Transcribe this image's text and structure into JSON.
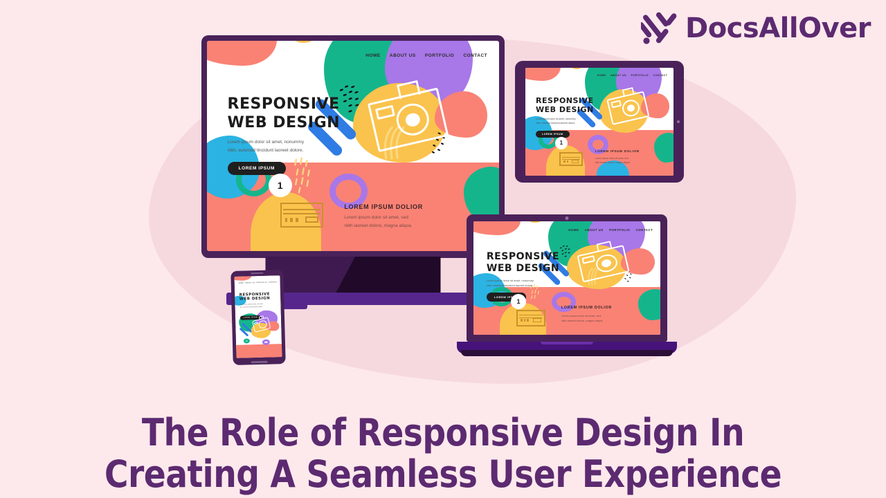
{
  "brand": {
    "name": "DocsAllOver",
    "mark_icon": "docsallover-logo-icon",
    "color": "#5C2A70"
  },
  "title": {
    "line1": "The Role of Responsive Design In",
    "line2": "Creating A Seamless User Experience",
    "color": "#5C2A70"
  },
  "background": {
    "page_color": "#FDE9EC",
    "blob_color": "#F6D9DF"
  },
  "illustration": {
    "alt": "responsive-web-design-devices-illustration",
    "devices": [
      {
        "key": "monitor",
        "label": "desktop-monitor"
      },
      {
        "key": "tablet",
        "label": "tablet"
      },
      {
        "key": "laptop",
        "label": "laptop"
      },
      {
        "key": "phone",
        "label": "smartphone"
      }
    ]
  },
  "mock_page": {
    "nav": [
      "HOME",
      "ABOUT US",
      "PORTFOLIO",
      "CONTACT"
    ],
    "headline_line1": "RESPONSIVE",
    "headline_line2": "WEB DESIGN",
    "subtext_line1": "Lorem ipsum dolor sit amet, nonummy",
    "subtext_line2": "nibh, euismod tincidunt laoreet dolore.",
    "cta_label": "LOREM IPSUM",
    "lower_heading": "LOREM IPSUM DOLIOR",
    "lower_text_line1": "Lorem ipsum dolor sit amet, sed",
    "lower_text_line2": "nibh laoreet dolore, magna aliqua.",
    "badge_number": "1",
    "card_icon": "credit-card-icon",
    "camera_icon": "camera-icon",
    "colors": {
      "band": "#F98275",
      "teal": "#15B58C",
      "purple": "#A877E8",
      "yellow": "#FAC34D",
      "blue": "#2BB3E3",
      "coral": "#F98275",
      "cta_bg": "#1F1F1F",
      "device_bezel": "#4A2259"
    }
  }
}
